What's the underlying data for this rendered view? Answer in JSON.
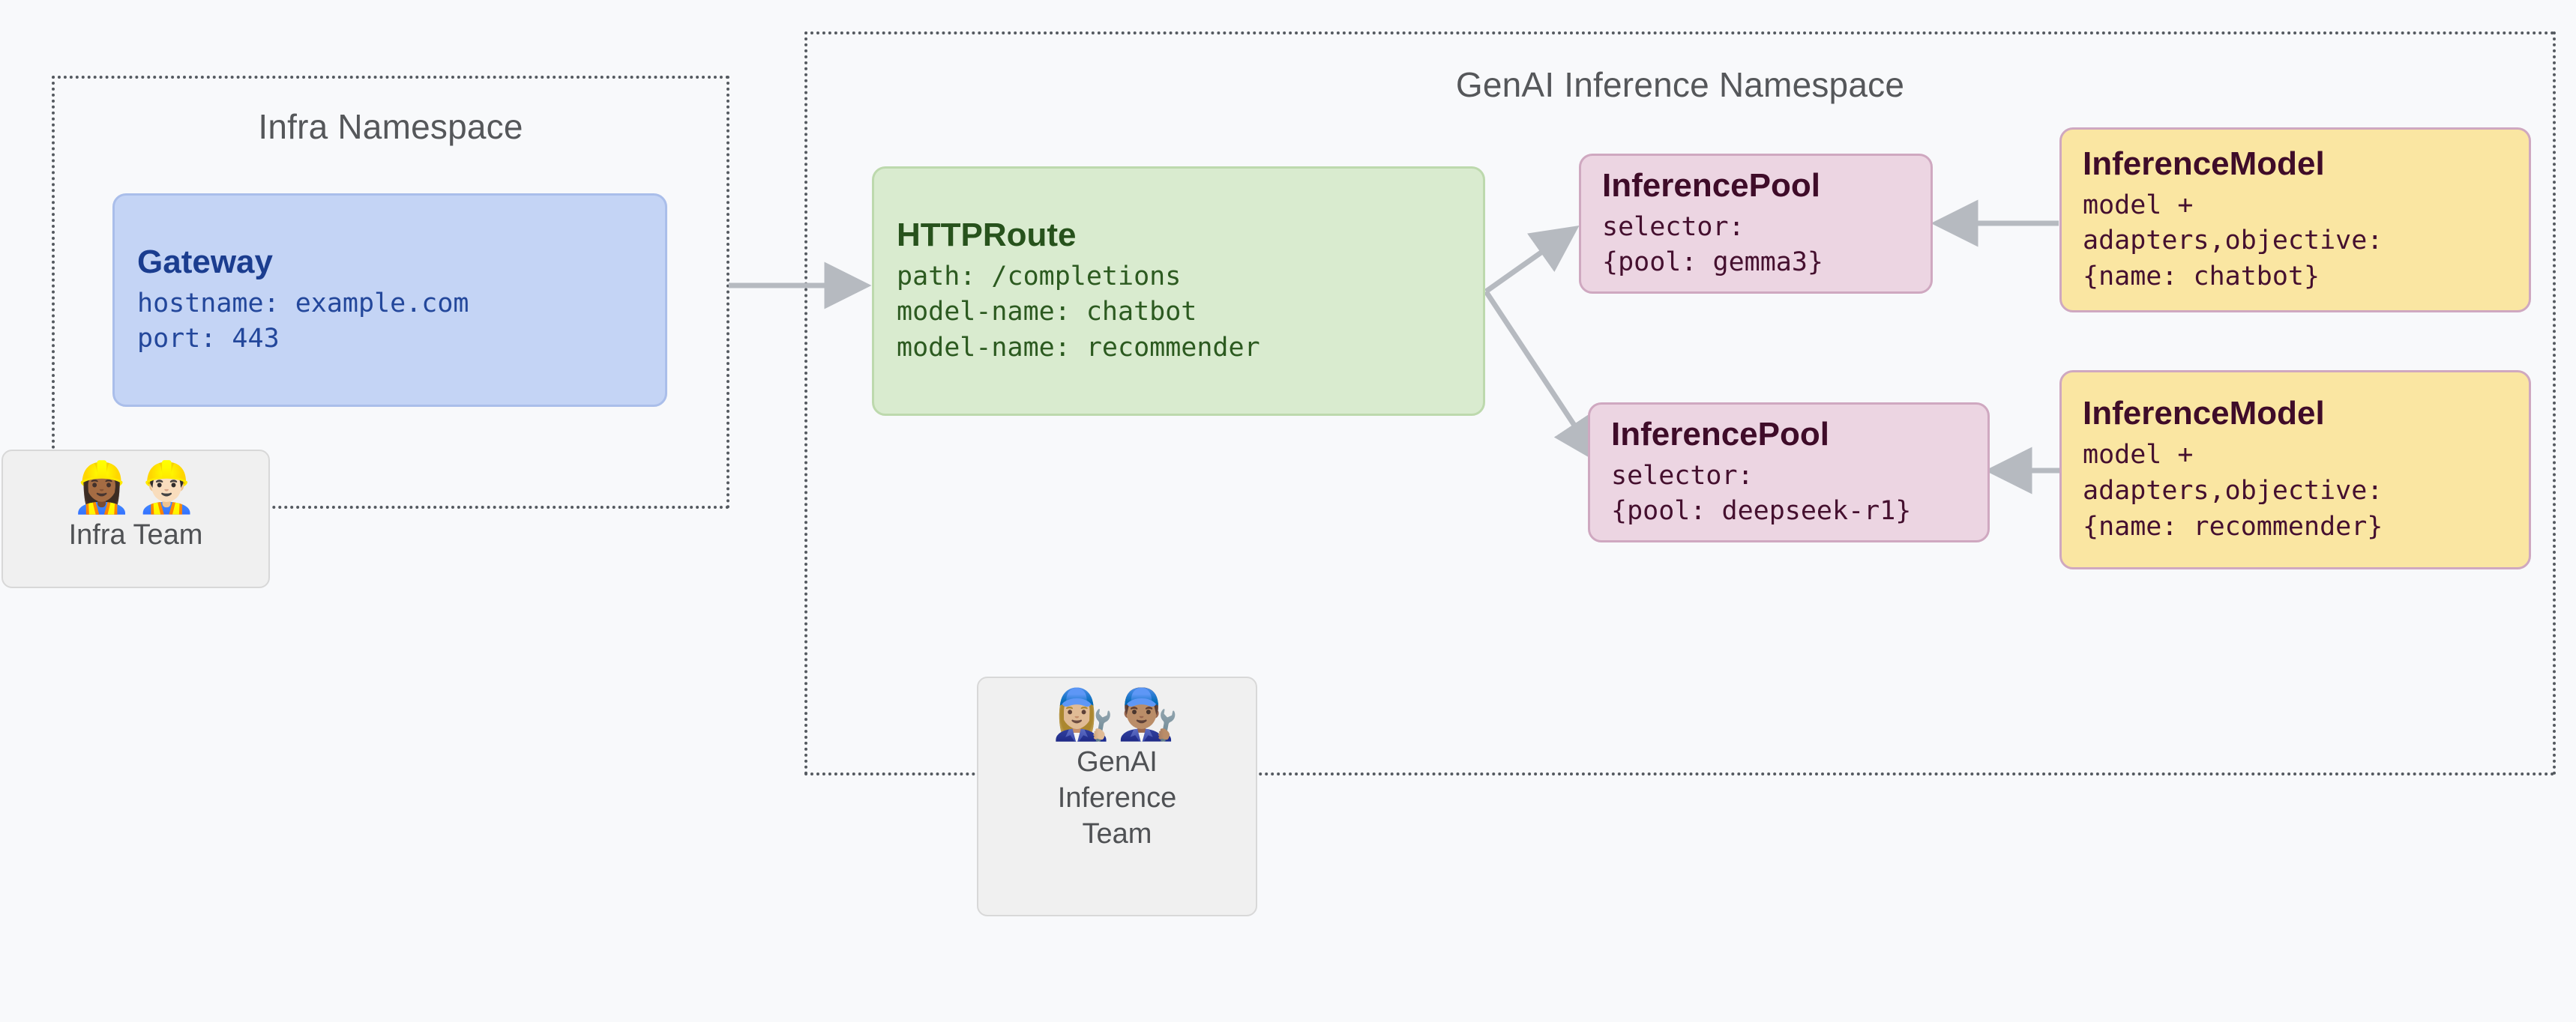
{
  "diagram": {
    "background_color": "#f8f9fb",
    "namespaces": [
      {
        "id": "infra",
        "title": "Infra Namespace"
      },
      {
        "id": "genai",
        "title": "GenAI Inference Namespace"
      }
    ],
    "nodes": {
      "gateway": {
        "title": "Gateway",
        "lines": [
          "hostname: example.com",
          "port: 443"
        ],
        "fill": "#c4d4f5",
        "border": "#aabeea",
        "text_color": "#1b3d8f"
      },
      "httproute": {
        "title": "HTTPRoute",
        "lines": [
          "path: /completions",
          "model-name: chatbot",
          "model-name: recommender"
        ],
        "fill": "#d9ebcf",
        "border": "#bdd9ad",
        "text_color": "#27521c"
      },
      "pool_gemma3": {
        "title": "InferencePool",
        "lines": [
          "selector:",
          "{pool: gemma3}"
        ],
        "fill": "#ecd5e2",
        "border": "#cfa8c0",
        "text_color": "#3f0c29"
      },
      "pool_deepseek": {
        "title": "InferencePool",
        "lines": [
          "selector:",
          "{pool: deepseek-r1}"
        ],
        "fill": "#ecd5e2",
        "border": "#cfa8c0",
        "text_color": "#3f0c29"
      },
      "model_chatbot": {
        "title": "InferenceModel",
        "lines": [
          "model +",
          "adapters,objective:",
          "{name: chatbot}"
        ],
        "fill": "#fae6a2",
        "border": "#cfa8c0",
        "text_color": "#3f0c29"
      },
      "model_recommender": {
        "title": "InferenceModel",
        "lines": [
          "model +",
          "adapters,objective:",
          "{name: recommender}"
        ],
        "fill": "#fae6a2",
        "border": "#cfa8c0",
        "text_color": "#3f0c29"
      }
    },
    "teams": [
      {
        "id": "infra-team",
        "emoji": "👷🏾‍♀️👷🏻‍♂️",
        "emoji_name": "construction-workers",
        "label": "Infra Team"
      },
      {
        "id": "genai-inference-team",
        "emoji": "👩🏼‍🔧👨🏽‍🔧",
        "emoji_name": "mechanics",
        "label": "GenAI\nInference\nTeam"
      }
    ],
    "edges": [
      {
        "from": "gateway",
        "to": "httproute",
        "arrow": "forward",
        "color": "#b6bac0"
      },
      {
        "from": "httproute",
        "to": "pool_gemma3",
        "arrow": "forward",
        "color": "#b6bac0"
      },
      {
        "from": "httproute",
        "to": "pool_deepseek",
        "arrow": "forward",
        "color": "#b6bac0"
      },
      {
        "from": "model_chatbot",
        "to": "pool_gemma3",
        "arrow": "forward",
        "color": "#b6bac0"
      },
      {
        "from": "model_recommender",
        "to": "pool_deepseek",
        "arrow": "forward",
        "color": "#b6bac0"
      }
    ]
  }
}
